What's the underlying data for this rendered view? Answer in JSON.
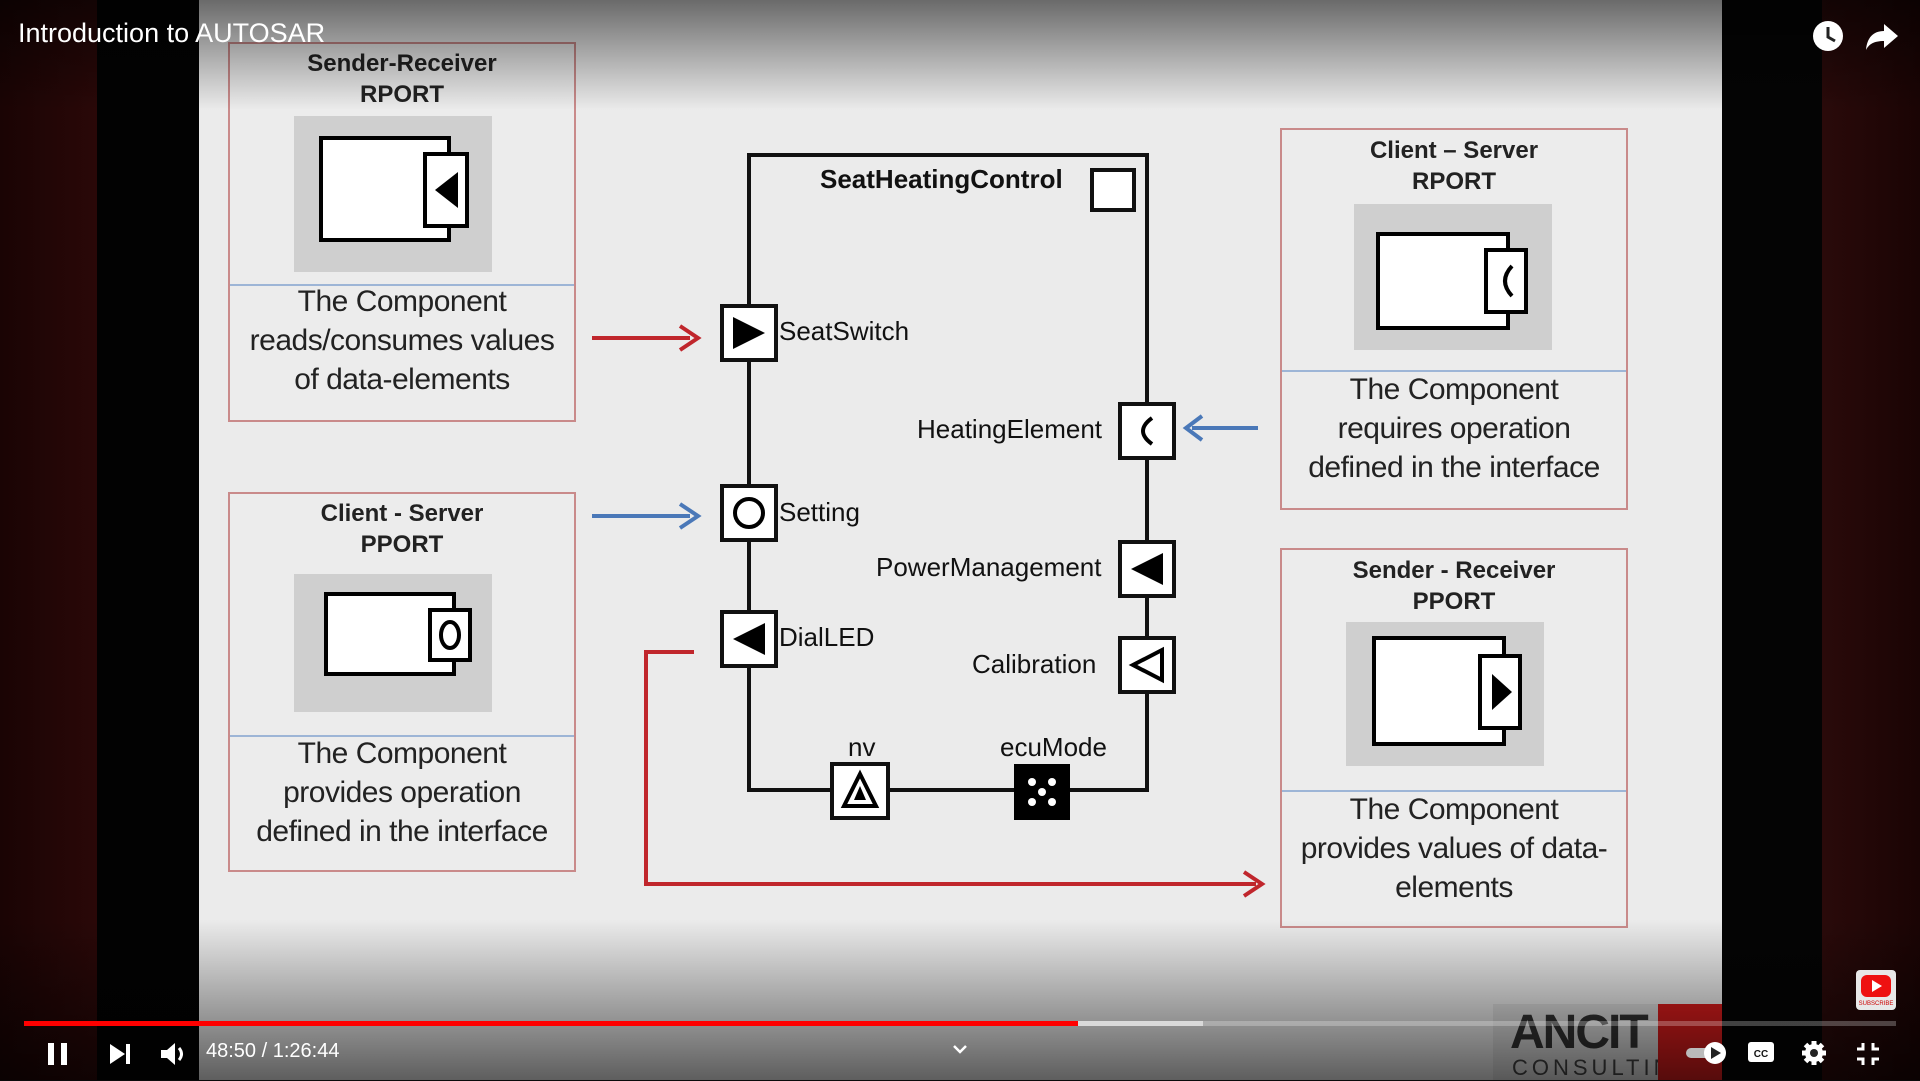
{
  "video": {
    "title": "Introduction to AUTOSAR"
  },
  "diagram": {
    "component_name": "SeatHeatingControl",
    "boxes": {
      "sr_rport": {
        "head1": "Sender-Receiver",
        "head2": "RPORT",
        "desc1": "The Component",
        "desc2": "reads/consumes values",
        "desc3": "of data-elements"
      },
      "cs_pport": {
        "head1": "Client - Server",
        "head2": "PPORT",
        "desc1": "The Component",
        "desc2": "provides operation",
        "desc3": "defined in the interface"
      },
      "cs_rport": {
        "head1": "Client – Server",
        "head2": "RPORT",
        "desc1": "The Component",
        "desc2": "requires operation",
        "desc3": "defined in the interface"
      },
      "sr_pport": {
        "head1": "Sender - Receiver",
        "head2": "PPORT",
        "desc1": "The Component",
        "desc2": "provides values of data-",
        "desc3": "elements"
      }
    },
    "ports": {
      "seat_switch": "SeatSwitch",
      "heating_element": "HeatingElement",
      "setting": "Setting",
      "power_management": "PowerManagement",
      "dial_led": "DialLED",
      "calibration": "Calibration",
      "nv": "nv",
      "ecu_mode": "ecuMode"
    },
    "colors": {
      "red_arrow": "#c0262c",
      "blue_arrow": "#4a78b8",
      "box_border": "#c98a8a"
    }
  },
  "player": {
    "time": "48:50 / 1:26:44",
    "progress_fraction": 0.563,
    "buffered_fraction": 0.63,
    "colors": {
      "played": "#ff0000"
    }
  },
  "branding": {
    "logo_text": "ANCIT",
    "logo_sub": "CONSULTING",
    "subscribe": "SUBSCRIBE"
  }
}
